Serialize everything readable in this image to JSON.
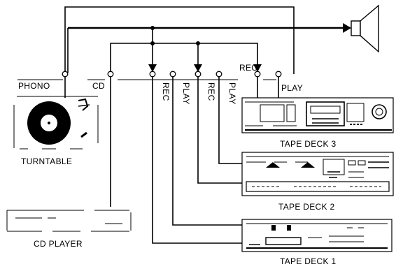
{
  "labels": {
    "phono": "PHONO",
    "cd": "CD",
    "rec1": "REC",
    "play1": "PLAY",
    "rec2": "REC",
    "play2": "PLAY",
    "rec3": "REC",
    "play3": "PLAY",
    "turntable": "TURNTABLE",
    "cd_player": "CD PLAYER",
    "tape_deck_3": "TAPE DECK 3",
    "tape_deck_2": "TAPE DECK 2",
    "tape_deck_1": "TAPE DECK 1"
  },
  "icons": {
    "speaker": "speaker-icon",
    "turntable": "turntable-icon",
    "cd_player": "cd-player-icon",
    "tape_deck": "tape-deck-icon"
  }
}
